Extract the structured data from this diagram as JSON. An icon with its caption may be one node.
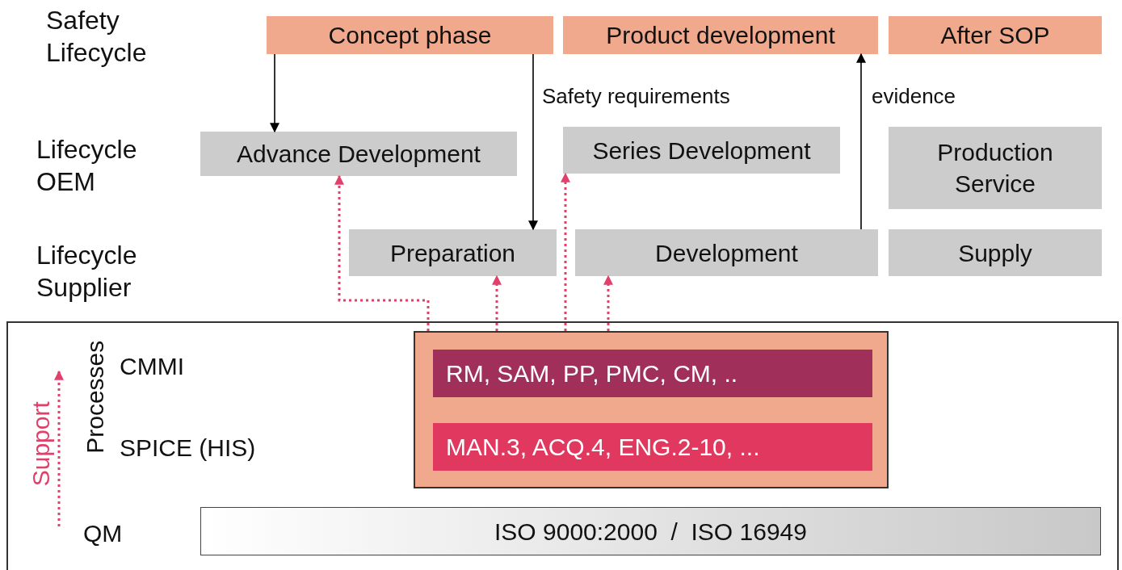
{
  "diagram": {
    "nodes": [
      {
        "text": [
          "Concept phase"
        ]
      },
      {
        "text": [
          "Product development"
        ]
      },
      {
        "text": [
          "After SOP"
        ]
      },
      {
        "text": [
          "Advance Development"
        ]
      },
      {
        "text": [
          "Series Development"
        ]
      },
      {
        "text": [
          "Production Service"
        ]
      },
      {
        "text": [
          "Preparation"
        ]
      },
      {
        "text": [
          "Development"
        ]
      },
      {
        "text": [
          "Supply"
        ]
      },
      {
        "text": [],
        "shape": "box"
      },
      {
        "text": [],
        "shape": "box",
        "in": 9
      },
      {
        "text": [
          "RM, SAM, PP, PMC, CM, .."
        ],
        "in": 10
      },
      {
        "text": [
          "MAN.3, ACQ.4, ENG.2-10, ..."
        ],
        "in": 10
      },
      {
        "text": [
          "ISO 9000:2000 / ISO 16949"
        ],
        "in": 9
      }
    ],
    "edges": [
      {
        "from": 0,
        "to": 3,
        "arrow": "to",
        "color": "#000000"
      },
      {
        "from": 0,
        "to": 6,
        "arrow": "to",
        "label": "Safety requirements",
        "color": "#000000"
      },
      {
        "from": 7,
        "to": 1,
        "arrow": "to",
        "label": "evidence",
        "color": "#000000"
      },
      {
        "from": 10,
        "to": 3,
        "arrow": "to",
        "style": "dashed",
        "color": "#e0406a"
      },
      {
        "from": 10,
        "to": 6,
        "arrow": "to",
        "style": "dashed",
        "color": "#e0406a"
      },
      {
        "from": 10,
        "to": 4,
        "arrow": "to",
        "style": "dashed",
        "color": "#e0406a"
      },
      {
        "from": 10,
        "to": 7,
        "arrow": "to",
        "style": "dashed",
        "color": "#e0406a"
      }
    ],
    "labels": [
      "Safety Lifecycle",
      "Lifecycle OEM",
      "Lifecycle Supplier",
      "Processes",
      "CMMI",
      "SPICE (HIS)",
      "Support",
      "QM"
    ]
  }
}
